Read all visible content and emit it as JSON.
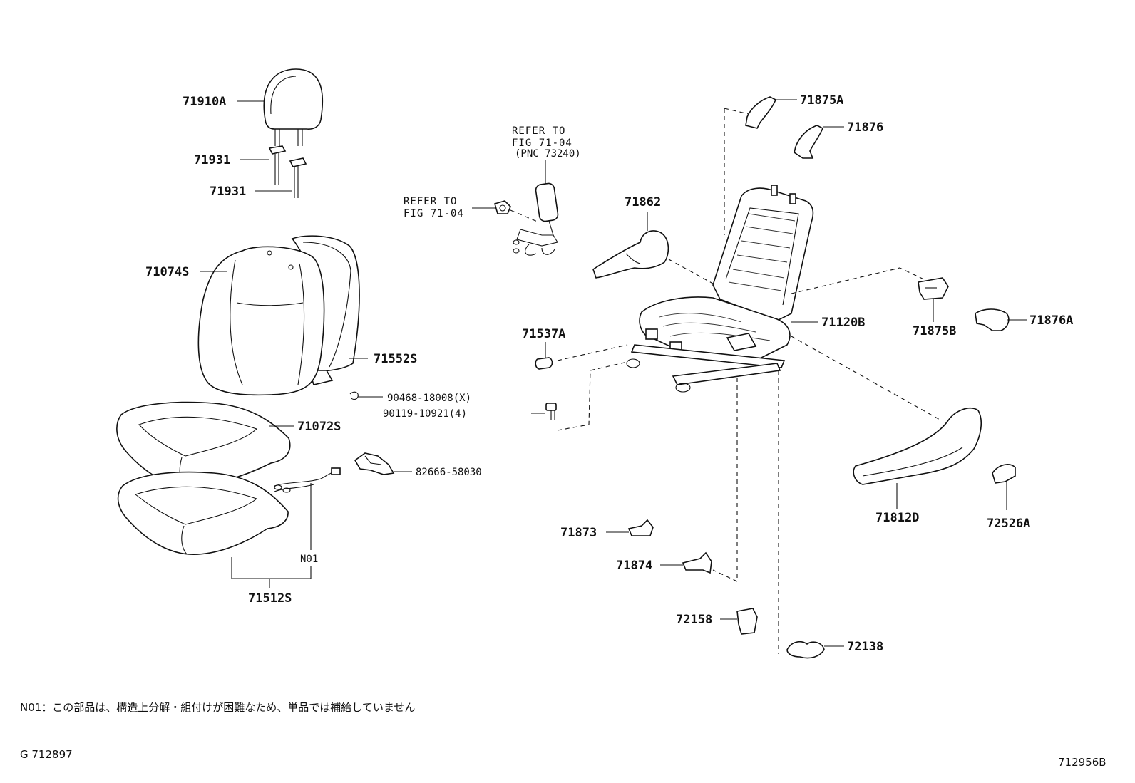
{
  "labels": {
    "p71910A": "71910A",
    "p71931a": "71931",
    "p71931b": "71931",
    "p71074S": "71074S",
    "p71552S": "71552S",
    "p90468": "90468-18008(X)",
    "p90119": "90119-10921(4)",
    "p71072S": "71072S",
    "p82666": "82666-58030",
    "pN01": "N01",
    "p71512S": "71512S",
    "p71537A": "71537A",
    "p71862": "71862",
    "p71875A": "71875A",
    "p71876": "71876",
    "p71120B": "71120B",
    "p71875B": "71875B",
    "p71876A": "71876A",
    "p71812D": "71812D",
    "p72526A": "72526A",
    "p71873": "71873",
    "p71874": "71874",
    "p72158": "72158",
    "p72138": "72138"
  },
  "refs": {
    "ref1_line1": "REFER TO",
    "ref1_line2": "FIG 71-04",
    "ref1_line3": "(PNC 73240)",
    "ref2_line1": "REFER TO",
    "ref2_line2": "FIG 71-04"
  },
  "footnote": "N01：この部品は、構造上分解・組付けが困難なため、単品では補給していません",
  "figure_id": "G 712897",
  "image_code": "712956B",
  "colors": {
    "ink": "#111111",
    "paper": "#ffffff"
  }
}
